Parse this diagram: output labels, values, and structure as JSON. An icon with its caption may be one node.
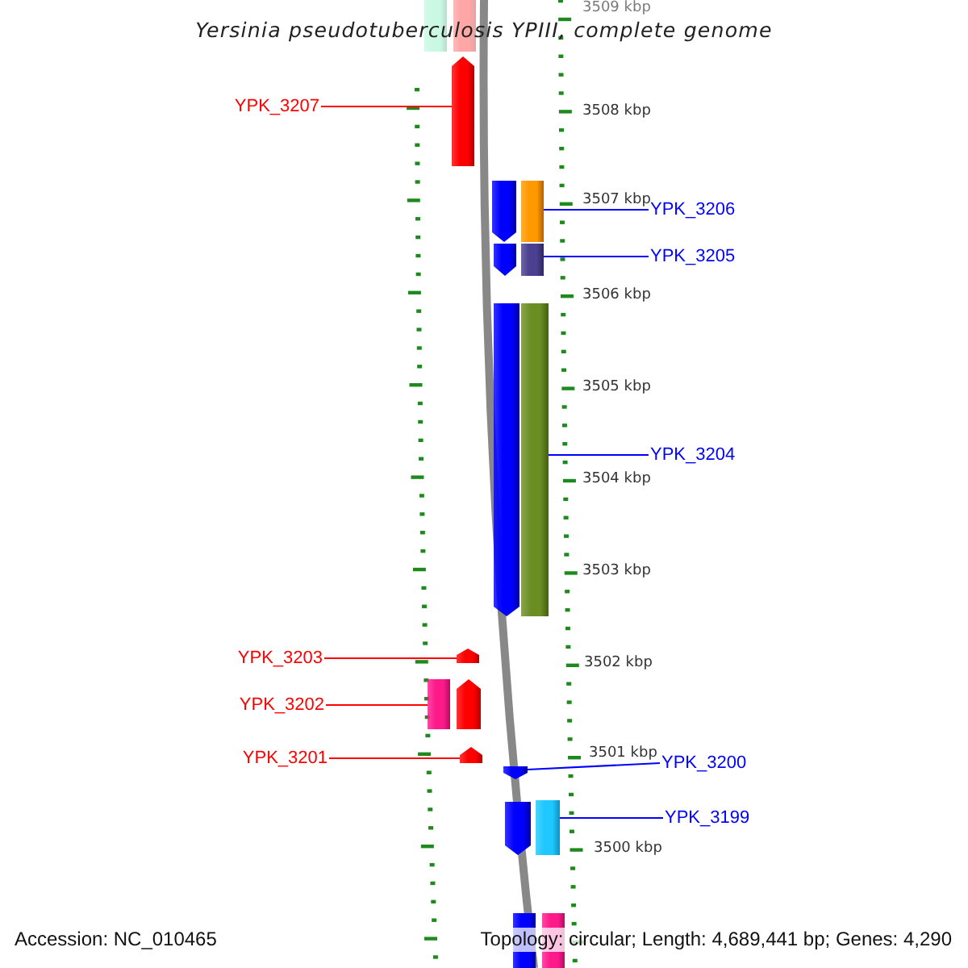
{
  "diagram": {
    "title": "Yersinia pseudotuberculosis YPIII, complete genome",
    "nodes": [
      {
        "text": [],
        "shape": "bar"
      },
      {
        "text": [],
        "shape": "bar"
      },
      {
        "text": [
          "YPK_3207"
        ]
      },
      {
        "text": [],
        "shape": "bar"
      },
      {
        "text": [],
        "shape": "bar"
      },
      {
        "text": [],
        "shape": "bar"
      },
      {
        "text": [
          "YPK_3206"
        ]
      },
      {
        "text": [],
        "shape": "bar"
      },
      {
        "text": [],
        "shape": "bar"
      },
      {
        "text": [
          "YPK_3205"
        ]
      },
      {
        "text": [],
        "shape": "bar"
      },
      {
        "text": [],
        "shape": "bar"
      },
      {
        "text": [
          "YPK_3204"
        ]
      },
      {
        "text": [
          "YPK_3203"
        ]
      },
      {
        "text": [],
        "shape": "bar"
      },
      {
        "text": [
          "YPK_3202"
        ]
      },
      {
        "text": [],
        "shape": "bar"
      },
      {
        "text": [],
        "shape": "bar"
      },
      {
        "text": [
          "YPK_3201"
        ]
      },
      {
        "text": [],
        "shape": "bar"
      },
      {
        "text": [],
        "shape": "bar"
      },
      {
        "text": [
          "YPK_3200"
        ]
      },
      {
        "text": [],
        "shape": "bar"
      },
      {
        "text": [],
        "shape": "bar"
      },
      {
        "text": [
          "YPK_3199"
        ]
      },
      {
        "text": [],
        "shape": "bar"
      },
      {
        "text": [],
        "shape": "bar"
      }
    ],
    "edges": [
      {
        "from": 2,
        "to": 3,
        "arrow": "none",
        "color": "#ff0000"
      },
      {
        "from": 6,
        "to": 5,
        "arrow": "none"
      },
      {
        "from": 9,
        "to": 8,
        "arrow": "none"
      },
      {
        "from": 12,
        "to": 11,
        "arrow": "none"
      },
      {
        "from": 13,
        "to": 14,
        "arrow": "none",
        "color": "#ff0000"
      },
      {
        "from": 15,
        "to": 16,
        "arrow": "none",
        "color": "#ff0000"
      },
      {
        "from": 18,
        "to": 19,
        "arrow": "none",
        "color": "#ff0000"
      },
      {
        "from": 21,
        "to": 20,
        "arrow": "none"
      },
      {
        "from": 24,
        "to": 23,
        "arrow": "none"
      }
    ],
    "labels": [
      "3509 kbp",
      "3508 kbp",
      "3507 kbp",
      "3506 kbp",
      "3505 kbp",
      "3504 kbp",
      "3503 kbp",
      "3502 kbp",
      "3501 kbp",
      "3500 kbp",
      "Accession: NC_010465",
      "Topology: circular; Length: 4,689,441 bp; Genes: 4,290"
    ]
  }
}
